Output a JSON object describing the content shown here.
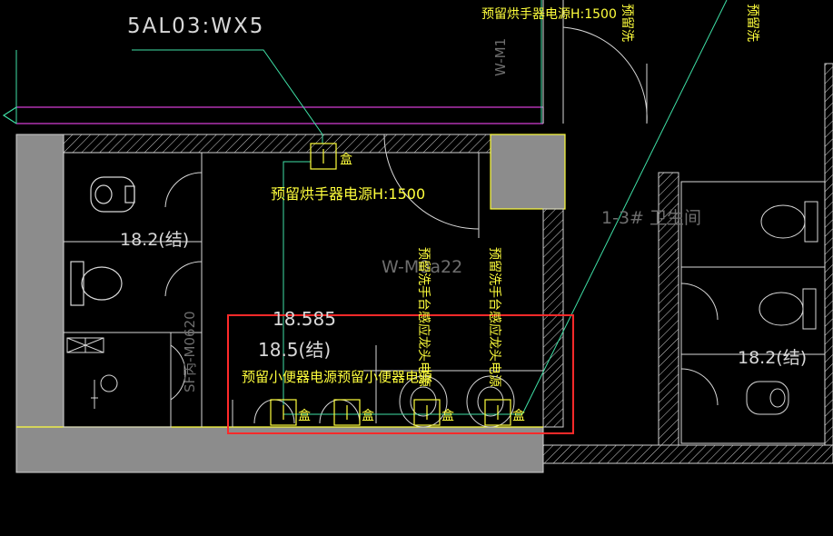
{
  "colors": {
    "background": "#000000",
    "wall_fill": "#8c8c8c",
    "wall_line": "#cfcfcf",
    "fixture": "#d8d8d8",
    "annotation": "#ffff3c",
    "wire": "#3fe0a6",
    "bus": "#d23cd2",
    "highlight": "#ff2a2a",
    "dim_text": "#6e6e6e"
  },
  "labels": {
    "circuit": "5AL03:WX5",
    "hand_dryer_top": "预留烘手器电源H:1500",
    "hand_dryer_main": "预留烘手器电源H:1500",
    "wash_partial_top_left": "预留洗",
    "wash_partial_top_right": "预留洗",
    "door_top": "W-M1",
    "elev_left": "18.2(结)",
    "elev_right": "18.2(结)",
    "room_name": "1-3# 卫生间",
    "door_mid": "W-M0a22",
    "door_side": "SF丙-M0620",
    "elev_finish": "18.585",
    "elev_struct": "18.5(结)",
    "urinal_power": "预留小便器电源预留小便器电源",
    "basin_power_1": "预留洗手台感应龙头电源",
    "basin_power_2": "预留洗手台感应龙头电源",
    "box_1": "盒",
    "box_2": "盒",
    "box_3": "盒",
    "box_4": "盒",
    "box_5": "盒",
    "box_top": "盒"
  }
}
